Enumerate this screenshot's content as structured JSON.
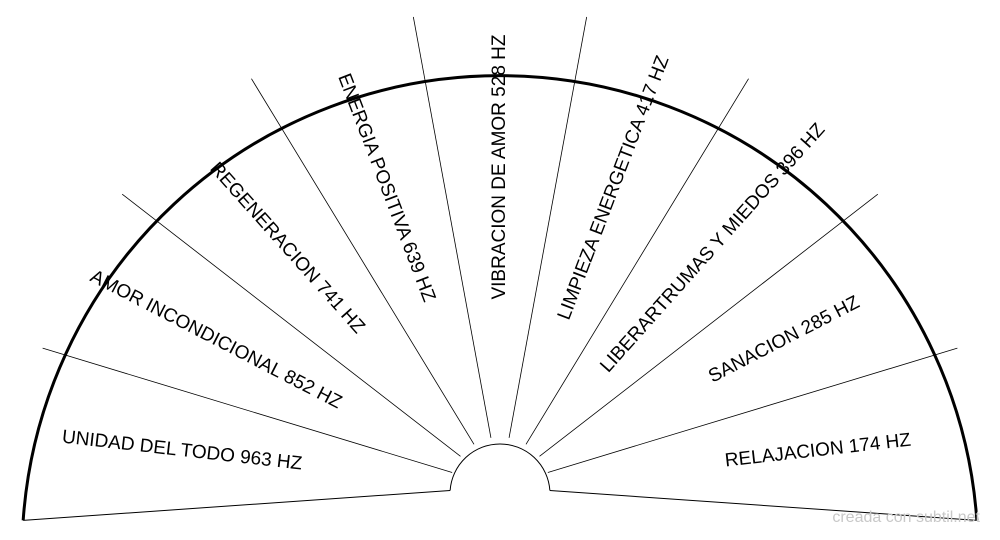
{
  "segments": [
    "UNIDAD DEL TODO  963 HZ",
    "AMOR INCONDICIONAL 852 HZ",
    "REGENERACION 741 HZ",
    "ENERGIA POSITIVA 639 HZ",
    "VIBRACION DE AMOR 528 HZ",
    "LIMPIEZA ENERGETICA 417 HZ",
    "LIBERARTRUMAS Y MIEDOS 396 HZ",
    "SANACION 285 HZ",
    "RELAJACION 174 HZ"
  ],
  "footer": "creada con subtil.net",
  "colors": {
    "line": "#000000",
    "background": "#ffffff",
    "footer": "#c8c8c8"
  }
}
